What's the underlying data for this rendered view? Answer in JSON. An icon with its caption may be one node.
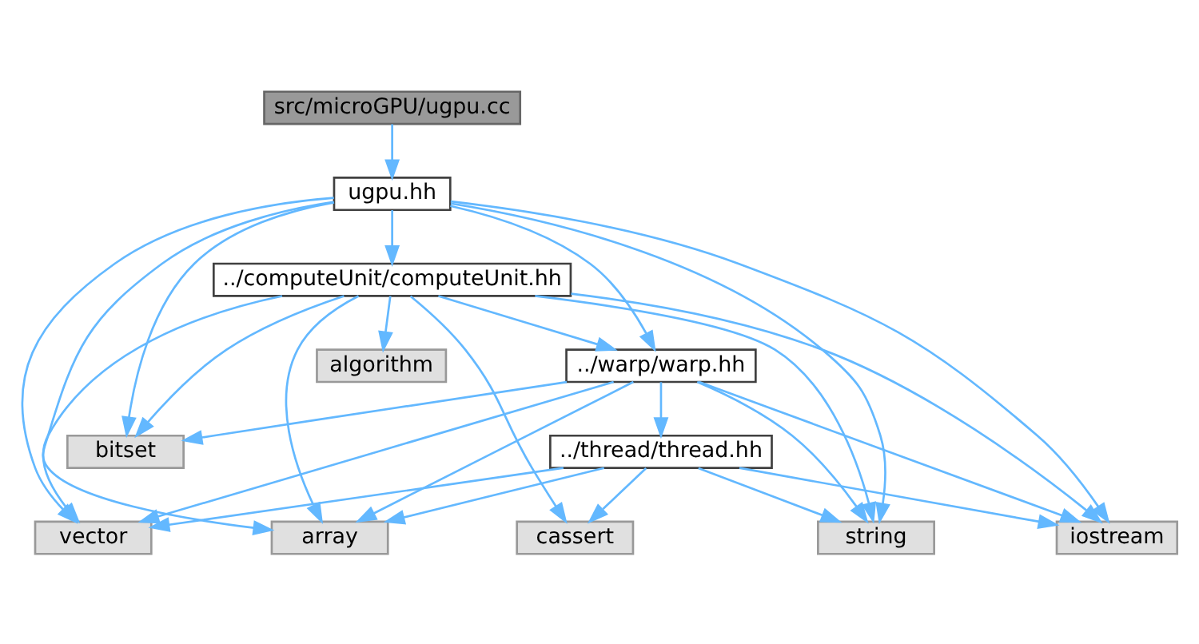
{
  "diagram": {
    "nodes": [
      {
        "text": [
          "src/microGPU/ugpu.cc"
        ]
      },
      {
        "text": [
          "ugpu.hh"
        ]
      },
      {
        "text": [
          "../computeUnit/computeUnit.hh"
        ]
      },
      {
        "text": [
          "../warp/warp.hh"
        ]
      },
      {
        "text": [
          "algorithm"
        ]
      },
      {
        "text": [
          "../thread/thread.hh"
        ]
      },
      {
        "text": [
          "bitset"
        ]
      },
      {
        "text": [
          "vector"
        ]
      },
      {
        "text": [
          "array"
        ]
      },
      {
        "text": [
          "iostream"
        ]
      },
      {
        "text": [
          "cassert"
        ]
      },
      {
        "text": [
          "string"
        ]
      }
    ],
    "edges": [
      {
        "from": 0,
        "to": 1,
        "arrow": "to"
      },
      {
        "from": 1,
        "to": 2,
        "arrow": "to"
      },
      {
        "from": 1,
        "to": 3,
        "arrow": "to"
      },
      {
        "from": 1,
        "to": 7,
        "arrow": "to"
      },
      {
        "from": 1,
        "to": 8,
        "arrow": "to"
      },
      {
        "from": 1,
        "to": 6,
        "arrow": "to"
      },
      {
        "from": 1,
        "to": 9,
        "arrow": "to"
      },
      {
        "from": 1,
        "to": 11,
        "arrow": "to"
      },
      {
        "from": 2,
        "to": 3,
        "arrow": "to"
      },
      {
        "from": 2,
        "to": 4,
        "arrow": "to"
      },
      {
        "from": 2,
        "to": 6,
        "arrow": "to"
      },
      {
        "from": 2,
        "to": 7,
        "arrow": "to"
      },
      {
        "from": 2,
        "to": 8,
        "arrow": "to"
      },
      {
        "from": 2,
        "to": 9,
        "arrow": "to"
      },
      {
        "from": 2,
        "to": 10,
        "arrow": "to"
      },
      {
        "from": 2,
        "to": 11,
        "arrow": "to"
      },
      {
        "from": 3,
        "to": 5,
        "arrow": "to"
      },
      {
        "from": 3,
        "to": 6,
        "arrow": "to"
      },
      {
        "from": 3,
        "to": 7,
        "arrow": "to"
      },
      {
        "from": 3,
        "to": 8,
        "arrow": "to"
      },
      {
        "from": 3,
        "to": 9,
        "arrow": "to"
      },
      {
        "from": 3,
        "to": 11,
        "arrow": "to"
      },
      {
        "from": 5,
        "to": 7,
        "arrow": "to"
      },
      {
        "from": 5,
        "to": 8,
        "arrow": "to"
      },
      {
        "from": 5,
        "to": 9,
        "arrow": "to"
      },
      {
        "from": 5,
        "to": 10,
        "arrow": "to"
      },
      {
        "from": 5,
        "to": 11,
        "arrow": "to"
      }
    ]
  }
}
